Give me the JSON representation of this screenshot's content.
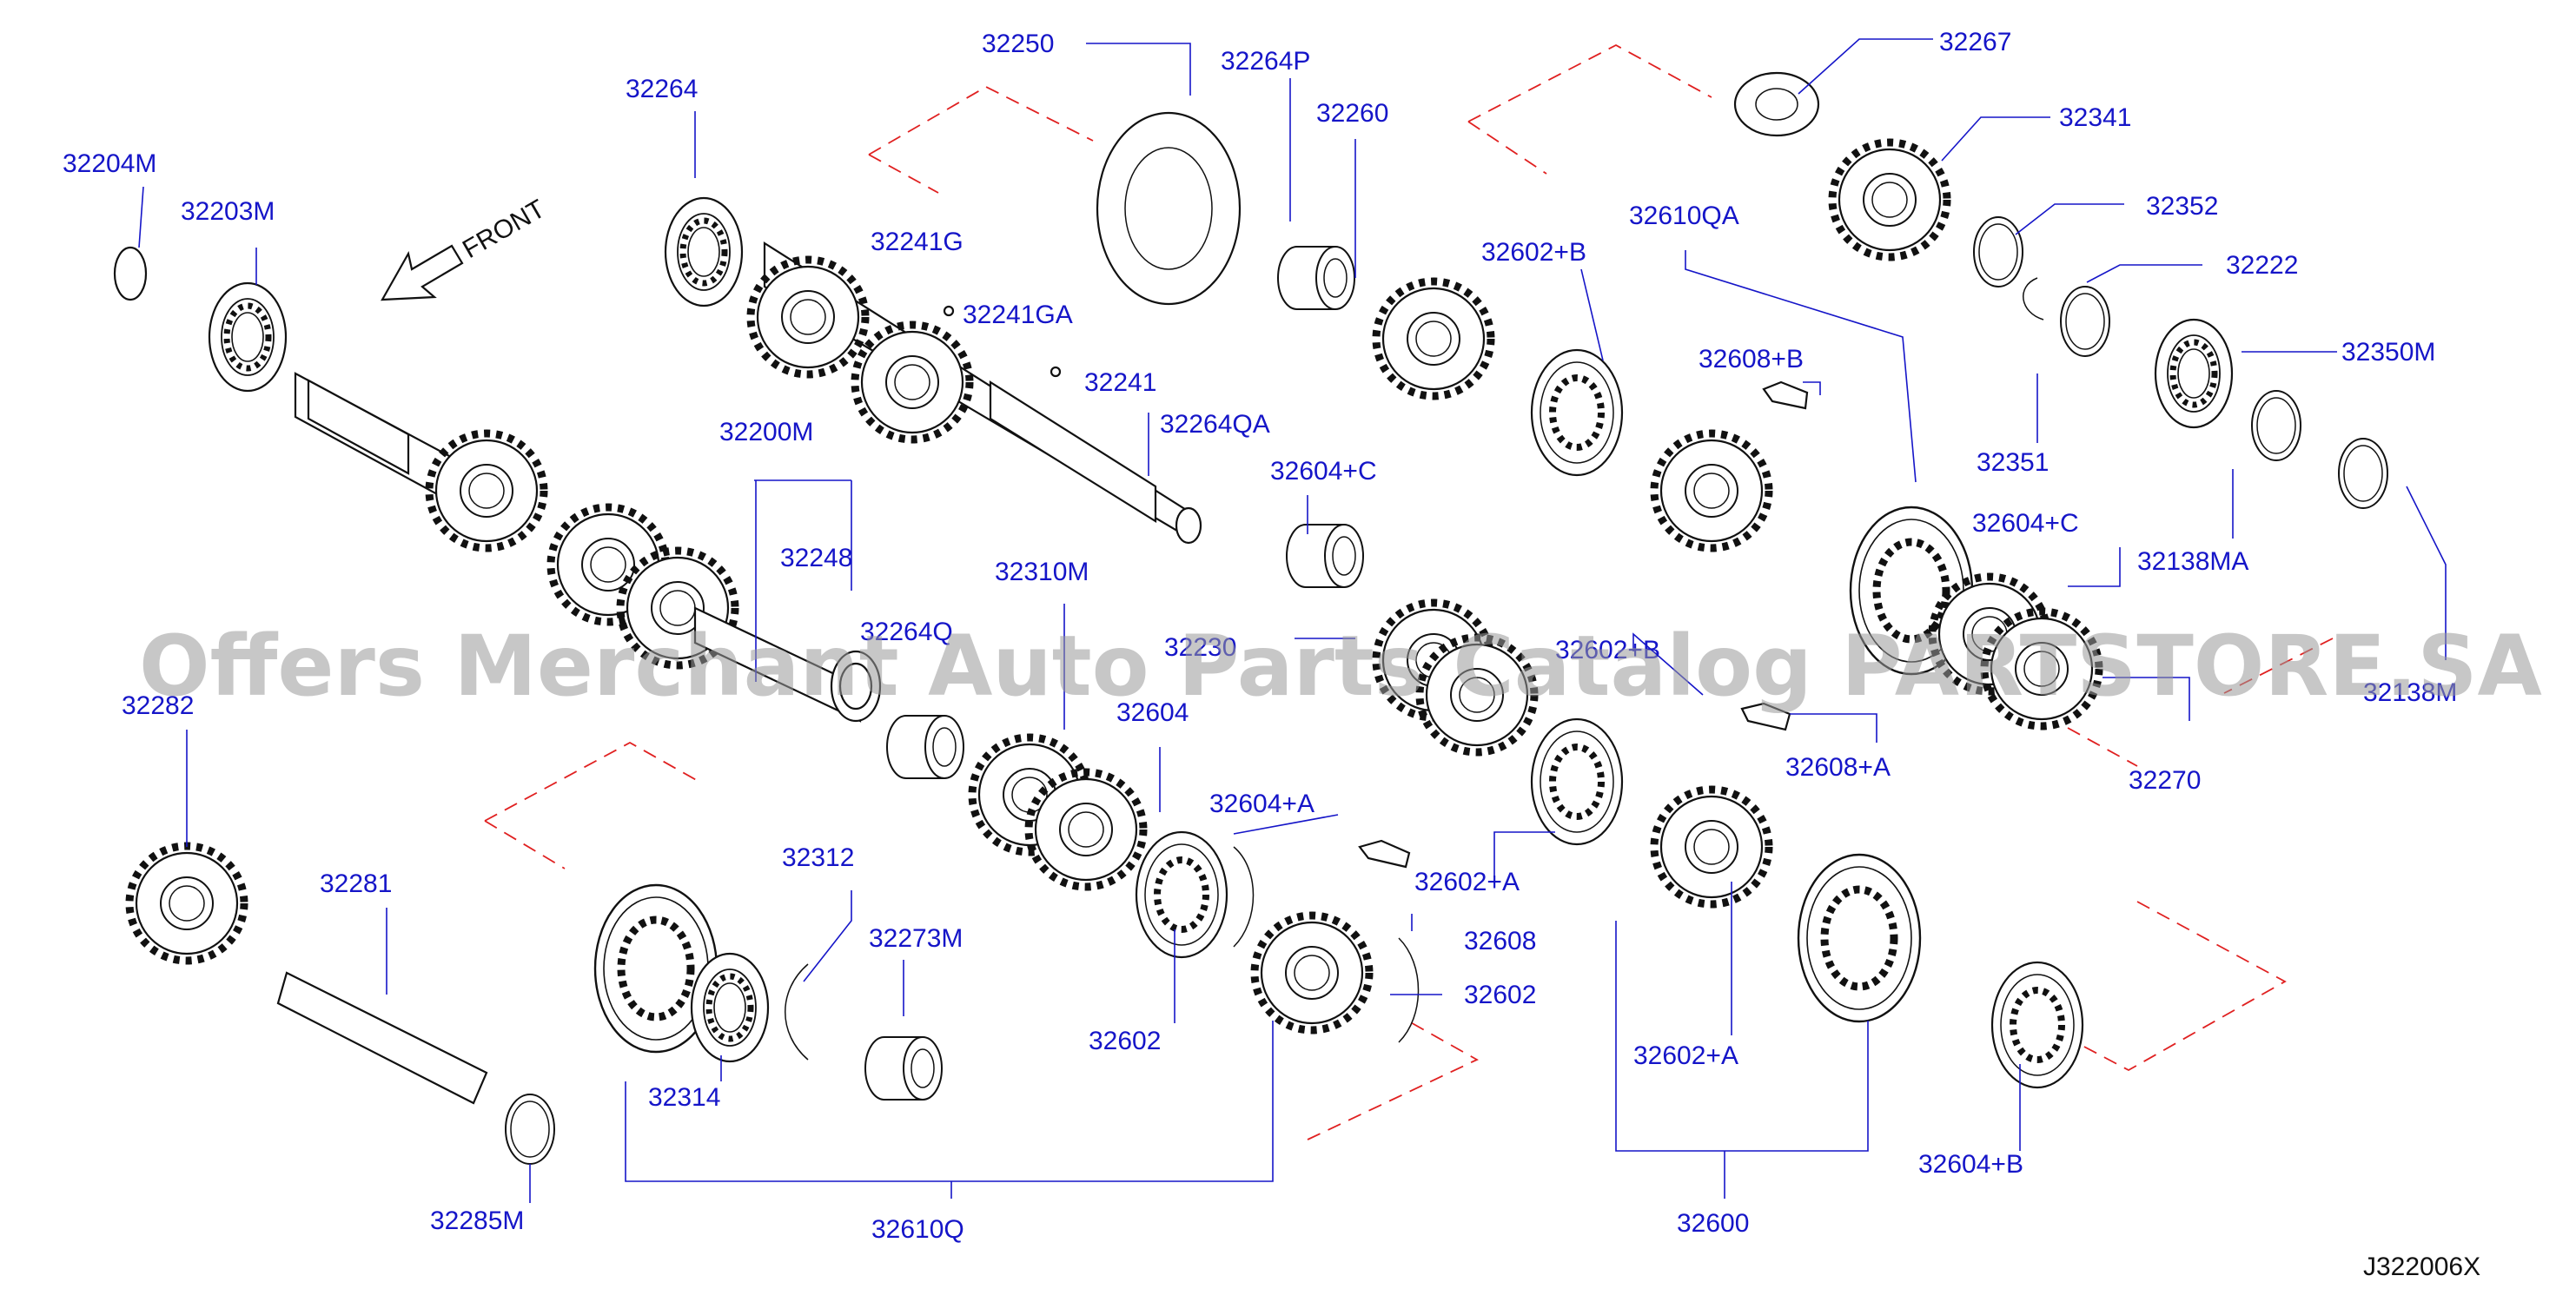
{
  "diagram_code": "J322006X",
  "front_label": "FRONT",
  "watermark": "Offers Merchant Auto Parts Catalog PARTSTORE.SA",
  "parts": [
    {
      "id": "p32250",
      "label": "32250"
    },
    {
      "id": "p32264P",
      "label": "32264P"
    },
    {
      "id": "p32260",
      "label": "32260"
    },
    {
      "id": "p32267",
      "label": "32267"
    },
    {
      "id": "p32341",
      "label": "32341"
    },
    {
      "id": "p32352",
      "label": "32352"
    },
    {
      "id": "p32222",
      "label": "32222"
    },
    {
      "id": "p32350M",
      "label": "32350M"
    },
    {
      "id": "p32351",
      "label": "32351"
    },
    {
      "id": "p32138MA",
      "label": "32138MA"
    },
    {
      "id": "p32138M",
      "label": "32138M"
    },
    {
      "id": "p32270",
      "label": "32270"
    },
    {
      "id": "p32604C_r",
      "label": "32604+C"
    },
    {
      "id": "p32264",
      "label": "32264"
    },
    {
      "id": "p32204M",
      "label": "32204M"
    },
    {
      "id": "p32203M",
      "label": "32203M"
    },
    {
      "id": "p32241G",
      "label": "32241G"
    },
    {
      "id": "p32241GA",
      "label": "32241GA"
    },
    {
      "id": "p32241",
      "label": "32241"
    },
    {
      "id": "p32264QA",
      "label": "32264QA"
    },
    {
      "id": "p32604C",
      "label": "32604+C"
    },
    {
      "id": "p32610QA",
      "label": "32610QA"
    },
    {
      "id": "p32602B",
      "label": "32602+B"
    },
    {
      "id": "p32608B",
      "label": "32608+B"
    },
    {
      "id": "p32200M",
      "label": "32200M"
    },
    {
      "id": "p32248",
      "label": "32248"
    },
    {
      "id": "p32264Q",
      "label": "32264Q"
    },
    {
      "id": "p32310M",
      "label": "32310M"
    },
    {
      "id": "p32230",
      "label": "32230"
    },
    {
      "id": "p32602B2",
      "label": "32602+B"
    },
    {
      "id": "p32608A",
      "label": "32608+A"
    },
    {
      "id": "p32282",
      "label": "32282"
    },
    {
      "id": "p32604",
      "label": "32604"
    },
    {
      "id": "p32604A",
      "label": "32604+A"
    },
    {
      "id": "p32602A",
      "label": "32602+A"
    },
    {
      "id": "p32312",
      "label": "32312"
    },
    {
      "id": "p32281",
      "label": "32281"
    },
    {
      "id": "p32273M",
      "label": "32273M"
    },
    {
      "id": "p32608",
      "label": "32608"
    },
    {
      "id": "p32602",
      "label": "32602"
    },
    {
      "id": "p32602b",
      "label": "32602"
    },
    {
      "id": "p32602A2",
      "label": "32602+A"
    },
    {
      "id": "p32314",
      "label": "32314"
    },
    {
      "id": "p32285M",
      "label": "32285M"
    },
    {
      "id": "p32610Q",
      "label": "32610Q"
    },
    {
      "id": "p32600",
      "label": "32600"
    },
    {
      "id": "p32604B",
      "label": "32604+B"
    }
  ]
}
